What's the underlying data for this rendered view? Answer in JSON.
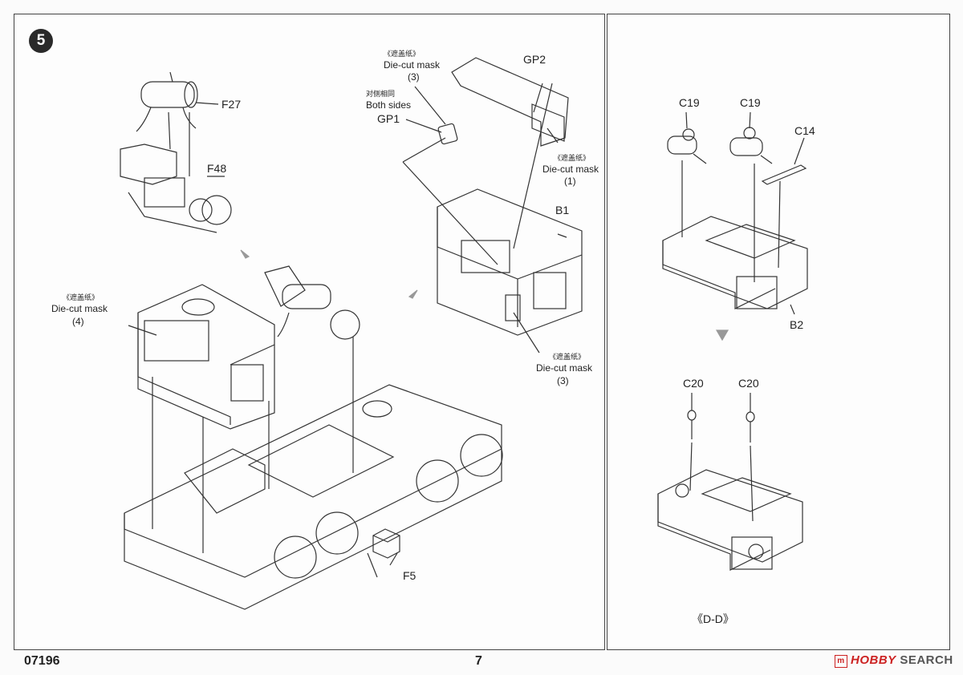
{
  "step": {
    "number": "5"
  },
  "footer": {
    "code": "07196",
    "page": "7",
    "brand_mark": "m",
    "brand_name_1": "HOBBY",
    "brand_name_2": "SEARCH"
  },
  "mask": {
    "cn": "《遮盖纸》",
    "en": "Die-cut mask",
    "n1": "(1)",
    "n3": "(3)",
    "n4": "(4)"
  },
  "both_sides": {
    "cn": "对侧相同",
    "en": "Both sides"
  },
  "parts": {
    "f27": "F27",
    "f48": "F48",
    "gp1": "GP1",
    "gp2": "GP2",
    "b1": "B1",
    "f5": "F5",
    "c19": "C19",
    "c14": "C14",
    "b2": "B2",
    "c20": "C20"
  },
  "section": "《D-D》"
}
